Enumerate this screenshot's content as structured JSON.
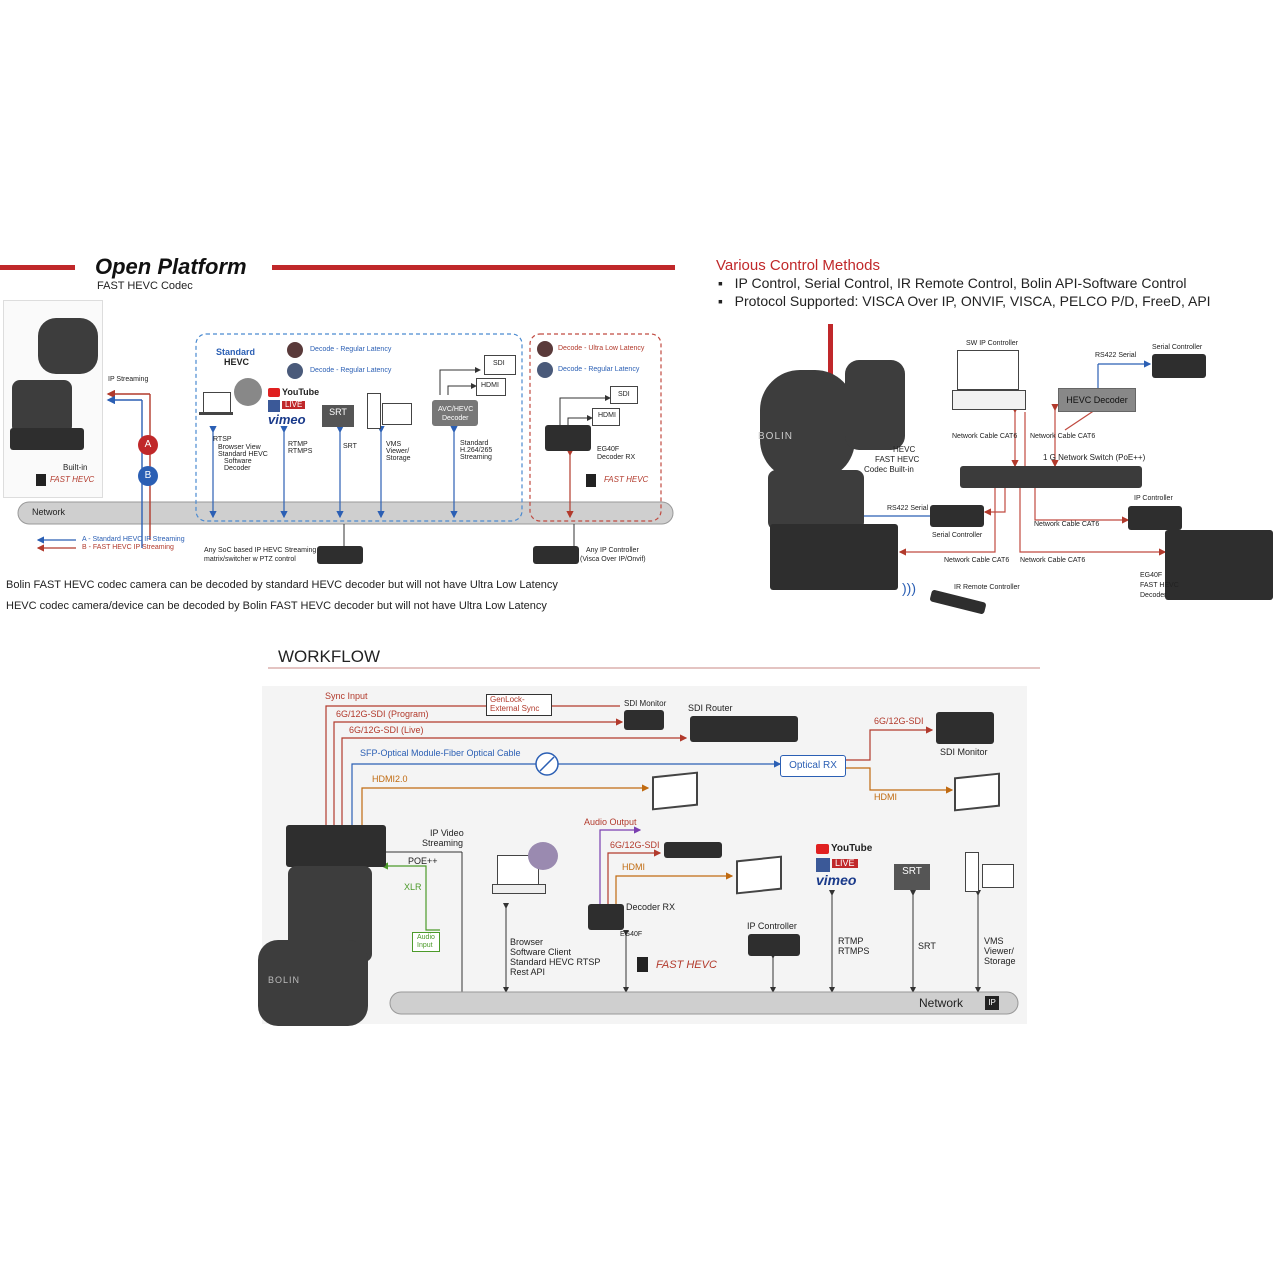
{
  "open_platform": {
    "title": "Open Platform",
    "subtitle": "FAST HEVC Codec",
    "ip_streaming": "IP Streaming",
    "built_in": "Built-in",
    "fast_hevc": "FAST HEVC",
    "network": "Network",
    "legend_a": "A - Standard HEVC IP Streaming",
    "legend_b": "B - FAST HEVC IP Streaming",
    "marker_a": "A",
    "marker_b": "B",
    "standard_title": "Standard",
    "standard_title2": "HEVC",
    "decode_regular_1": "Decode - Regular Latency",
    "decode_regular_2": "Decode - Regular Latency",
    "decode_ultra": "Decode - Ultra Low Latency",
    "decode_regular_3": "Decode - Regular Latency",
    "rtsp": "RTSP",
    "rtsp_items": [
      "Browser View",
      "Standard HEVC",
      "Software",
      "Decoder"
    ],
    "youtube": "YouTube",
    "live": "LIVE",
    "vimeo": "vimeo",
    "rtmp": "RTMP",
    "rtmps": "RTMPS",
    "srt_logo": "SRT",
    "srt": "SRT",
    "vms": [
      "VMS",
      "Viewer/",
      "Storage"
    ],
    "avc_decoder": [
      "AVC/HEVC",
      "Decoder"
    ],
    "sdi": "SDI",
    "hdmi": "HDMI",
    "standard_streaming": [
      "Standard",
      "H.264/265",
      "Streaming"
    ],
    "eg40f": "EG40F",
    "decoder_rx": "Decoder RX",
    "soc_text": [
      "Any SoC based IP HEVC Streaming",
      "matrix/switcher w PTZ control"
    ],
    "ip_controller_text": [
      "Any IP Controller",
      "(Visca Over IP/Onvif)"
    ],
    "note1": "Bolin FAST HEVC codec camera can be decoded by standard HEVC decoder but will not have Ultra Low Latency",
    "note2": "HEVC codec camera/device can be decoded by Bolin FAST HEVC decoder but will not have Ultra Low Latency"
  },
  "control": {
    "title": "Various Control Methods",
    "bullet1": "IP Control, Serial Control, IR Remote Control, Bolin API-Software Control",
    "bullet2": "Protocol Supported: VISCA Over IP, ONVIF, VISCA, PELCO P/D, FreeD, API",
    "sw_ip_controller": "SW IP Controller",
    "rs422_serial": "RS422 Serial",
    "serial_controller": "Serial Controller",
    "hevc_decoder": "HEVC Decoder",
    "network_cable_1": "Network Cable CAT6",
    "network_cable_2": "Network Cable CAT6",
    "network_cable_3": "Network Cable CAT6",
    "network_cable_4": "Network Cable CAT6",
    "network_cable_5": "Network Cable CAT6",
    "switch": "1 G Network Switch (PoE++)",
    "hevc_camera": [
      "HEVC",
      "FAST HEVC",
      "Codec Built-in"
    ],
    "rs422_serial_2": "RS422 Serial",
    "serial_controller_2": "Serial Controller",
    "ip_controller": "IP Controller",
    "ir_remote": "IR Remote Controller",
    "eg40f_text": [
      "EG40F",
      "FAST HEVC",
      "Decoder"
    ],
    "bolin_label": "BOLIN"
  },
  "workflow": {
    "title": "WORKFLOW",
    "sync_input": "Sync Input",
    "genlock": [
      "GenLock-",
      "External Sync"
    ],
    "sdi_program": "6G/12G-SDI (Program)",
    "sdi_live": "6G/12G-SDI (Live)",
    "sfp": "SFP-Optical Module-Fiber Optical Cable",
    "hdmi20": "HDMI2.0",
    "sdi_monitor_1": "SDI Monitor",
    "sdi_router": "SDI Router",
    "optical_rx": "Optical RX",
    "sdi_out": "6G/12G-SDI",
    "sdi_monitor_2": "SDI Monitor",
    "hdmi_out": "HDMI",
    "ip_video": [
      "IP Video",
      "Streaming"
    ],
    "poe": "POE++",
    "xlr": "XLR",
    "audio_input": [
      "Audio",
      "Input"
    ],
    "audio_output": "Audio Output",
    "sdi_6g": "6G/12G-SDI",
    "hdmi_2": "HDMI",
    "decoder_rx": "Decoder RX",
    "eg40f": "EG40F",
    "fast_hevc": "FAST HEVC",
    "browser": [
      "Browser",
      "Software Client",
      "Standard HEVC RTSP",
      "Rest API"
    ],
    "ip_controller": "IP Controller",
    "youtube": "YouTube",
    "live": "LIVE",
    "vimeo": "vimeo",
    "rtmp": [
      "RTMP",
      "RTMPS"
    ],
    "srt_logo": "SRT",
    "srt": "SRT",
    "vms": [
      "VMS",
      "Viewer/",
      "Storage"
    ],
    "network": "Network",
    "ip_badge": "IP",
    "bolin_label": "BOLIN"
  },
  "colors": {
    "red": "#b23a2c",
    "blue": "#2b5fb4",
    "orange": "#c06a10",
    "green": "#4c9a2a",
    "network_bar": "#cfcfcf"
  }
}
